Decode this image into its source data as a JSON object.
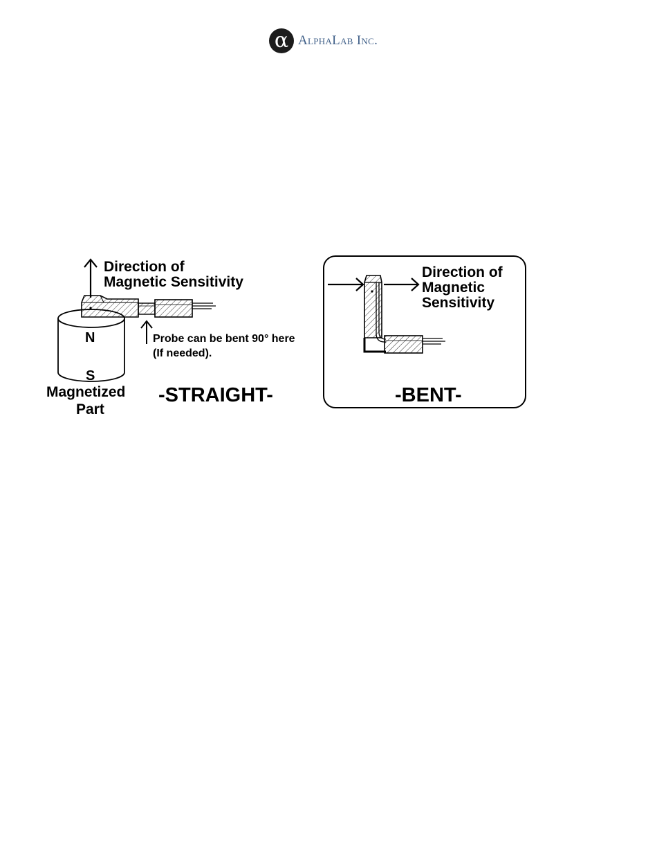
{
  "logo": {
    "symbol": "α",
    "company": "AlphaLab Inc."
  },
  "straight": {
    "direction_line1": "Direction of",
    "direction_line2": "Magnetic Sensitivity",
    "pole_north": "N",
    "pole_south": "S",
    "part_line1": "Magnetized",
    "part_line2": "Part",
    "bend_note_line1": "Probe can be bent 90° here",
    "bend_note_line2": "(If needed).",
    "caption": "-STRAIGHT-"
  },
  "bent": {
    "direction_line1": "Direction of",
    "direction_line2": "Magnetic",
    "direction_line3": "Sensitivity",
    "caption": "-BENT-"
  },
  "colors": {
    "logo_text": "#3f5f88",
    "ink": "#000000"
  }
}
